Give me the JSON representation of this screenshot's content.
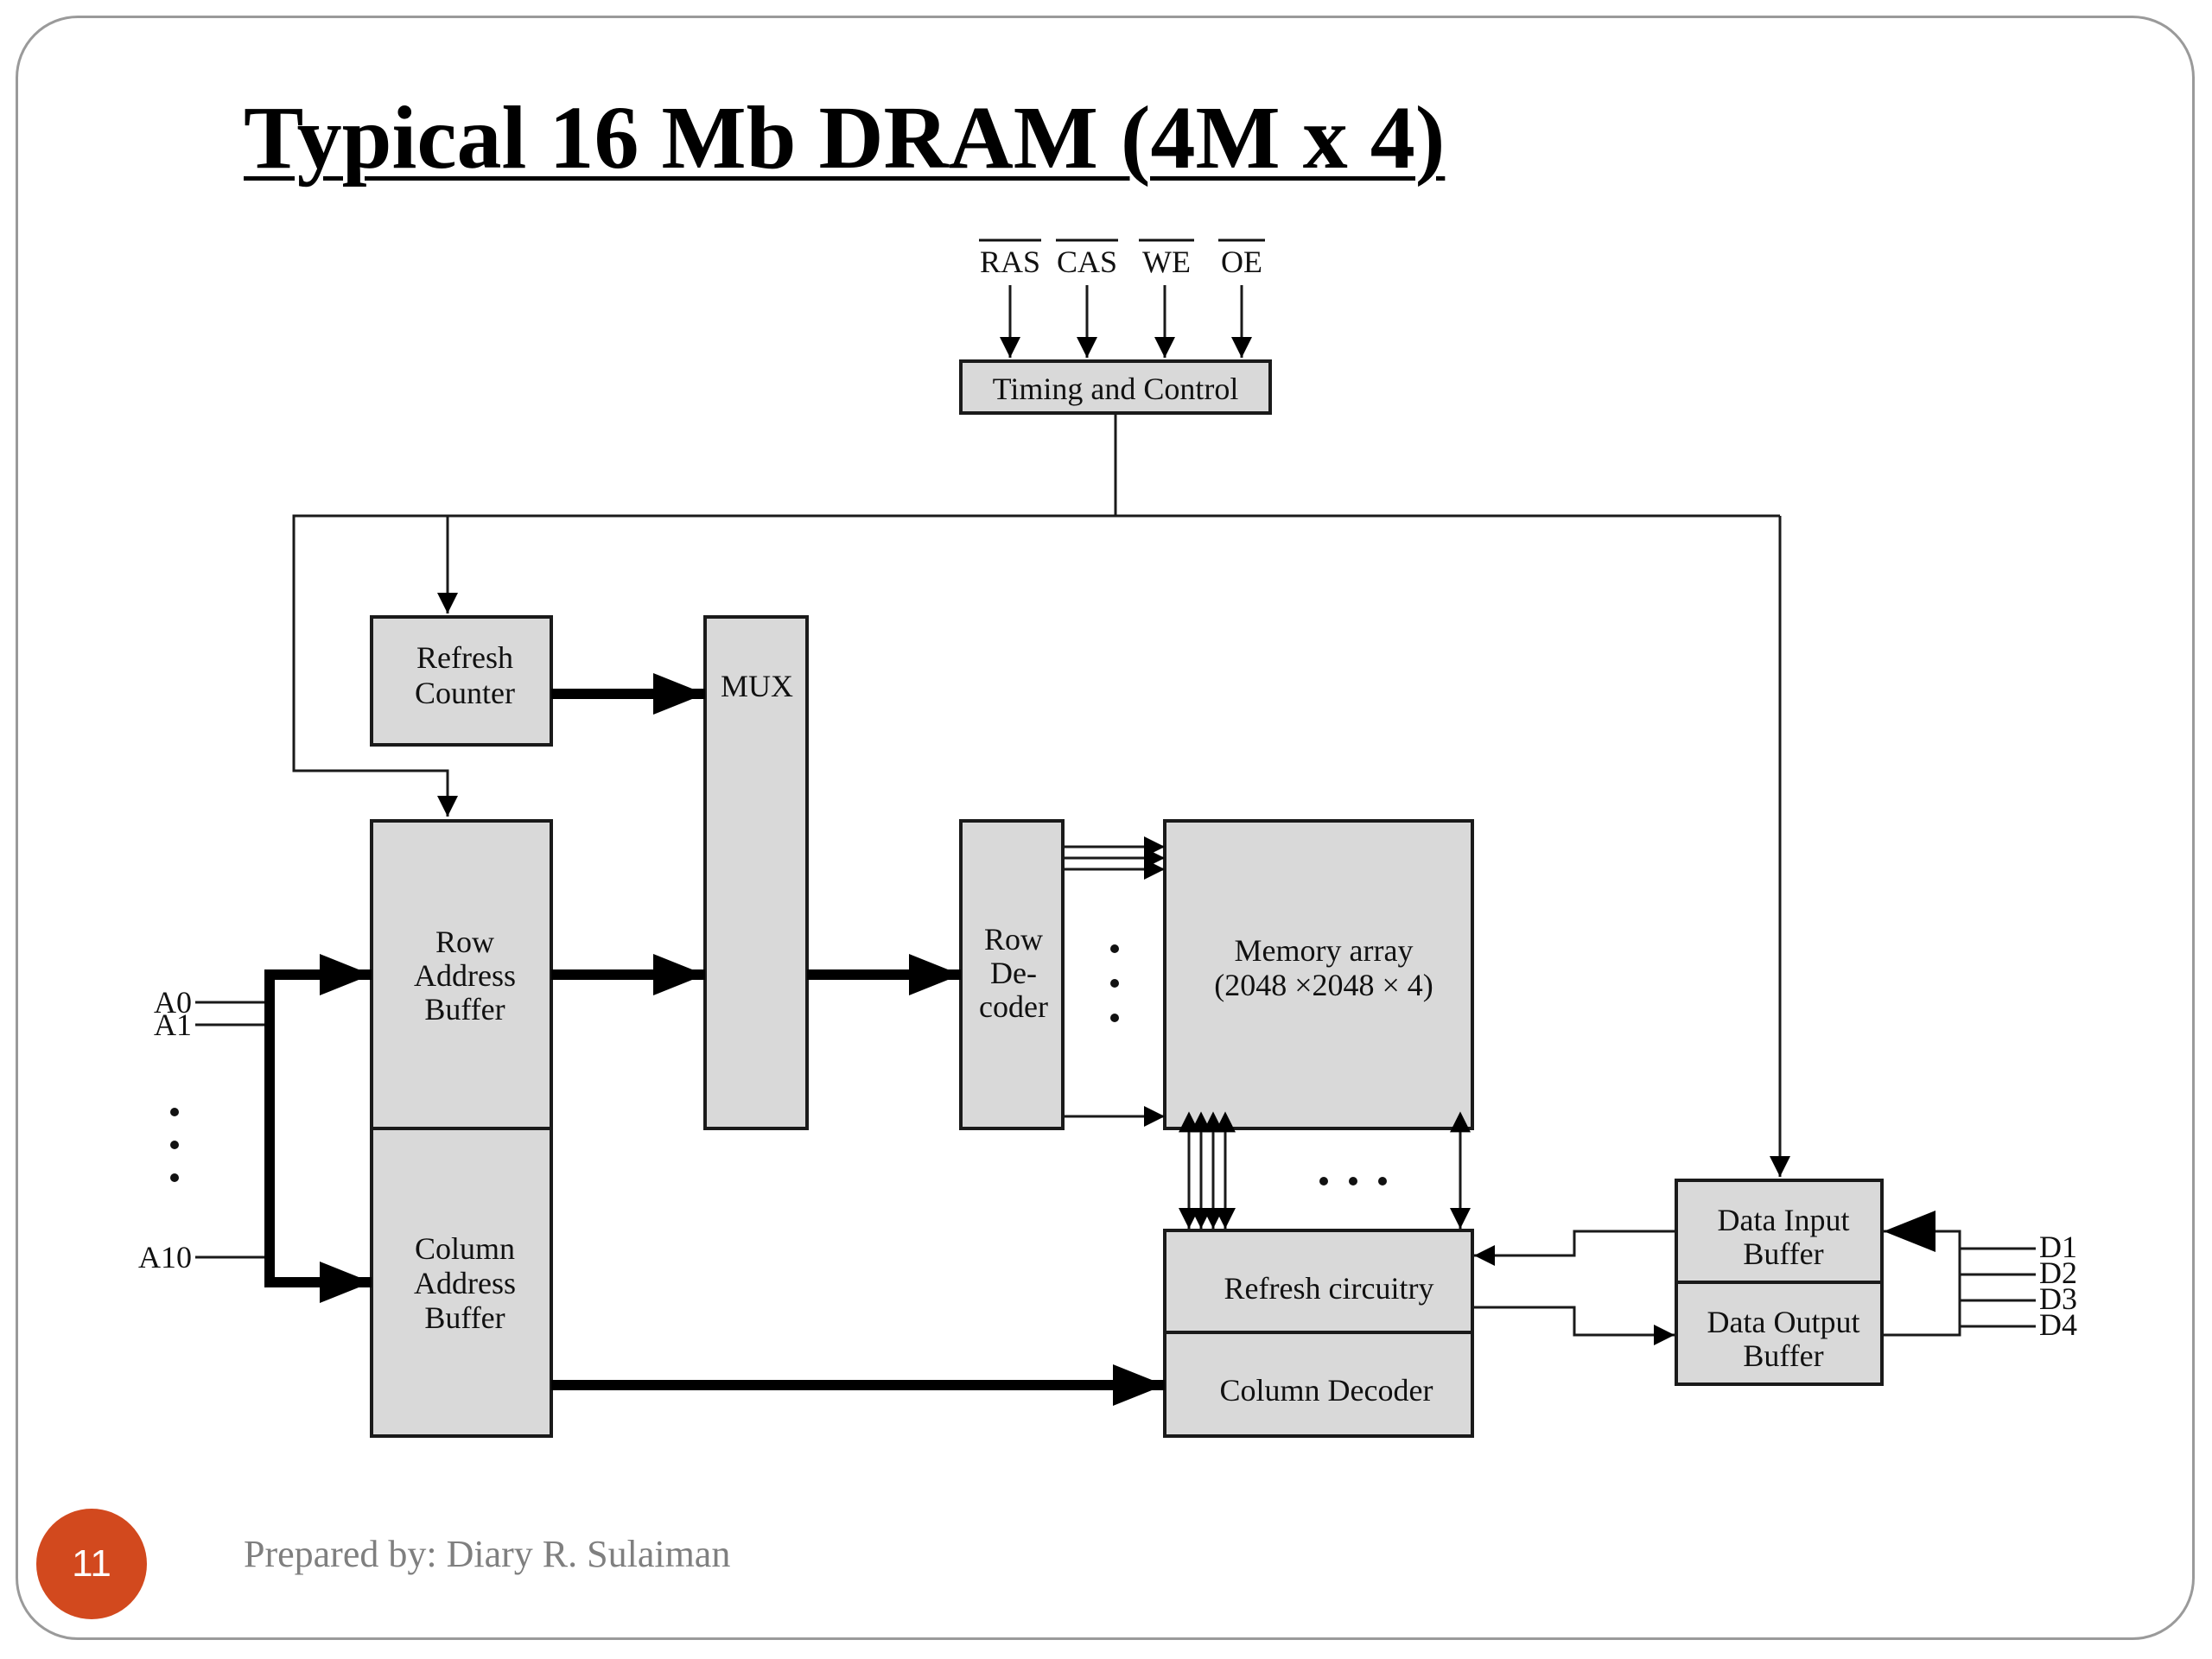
{
  "slide": {
    "title": "Typical 16 Mb DRAM (4M x 4)",
    "page_number": "11",
    "footer": "Prepared by: Diary R. Sulaiman"
  },
  "diagram": {
    "control_signals": [
      "RAS",
      "CAS",
      "WE",
      "OE"
    ],
    "blocks": {
      "timing_control": "Timing and Control",
      "refresh_counter": [
        "Refresh",
        "Counter"
      ],
      "mux": "MUX",
      "row_address_buffer": [
        "Row",
        "Address",
        "Buffer"
      ],
      "column_address_buffer": [
        "Column",
        "Address",
        "Buffer"
      ],
      "row_decoder": [
        "Row",
        "De-",
        "coder"
      ],
      "memory_array": [
        "Memory array",
        "(2048 ×2048 × 4)"
      ],
      "refresh_circuitry": "Refresh circuitry",
      "column_decoder": "Column Decoder",
      "data_input_buffer": [
        "Data Input",
        "Buffer"
      ],
      "data_output_buffer": [
        "Data Output",
        "Buffer"
      ]
    },
    "address_pins": [
      "A0",
      "A1",
      "A10"
    ],
    "data_pins": [
      "D1",
      "D2",
      "D3",
      "D4"
    ]
  }
}
